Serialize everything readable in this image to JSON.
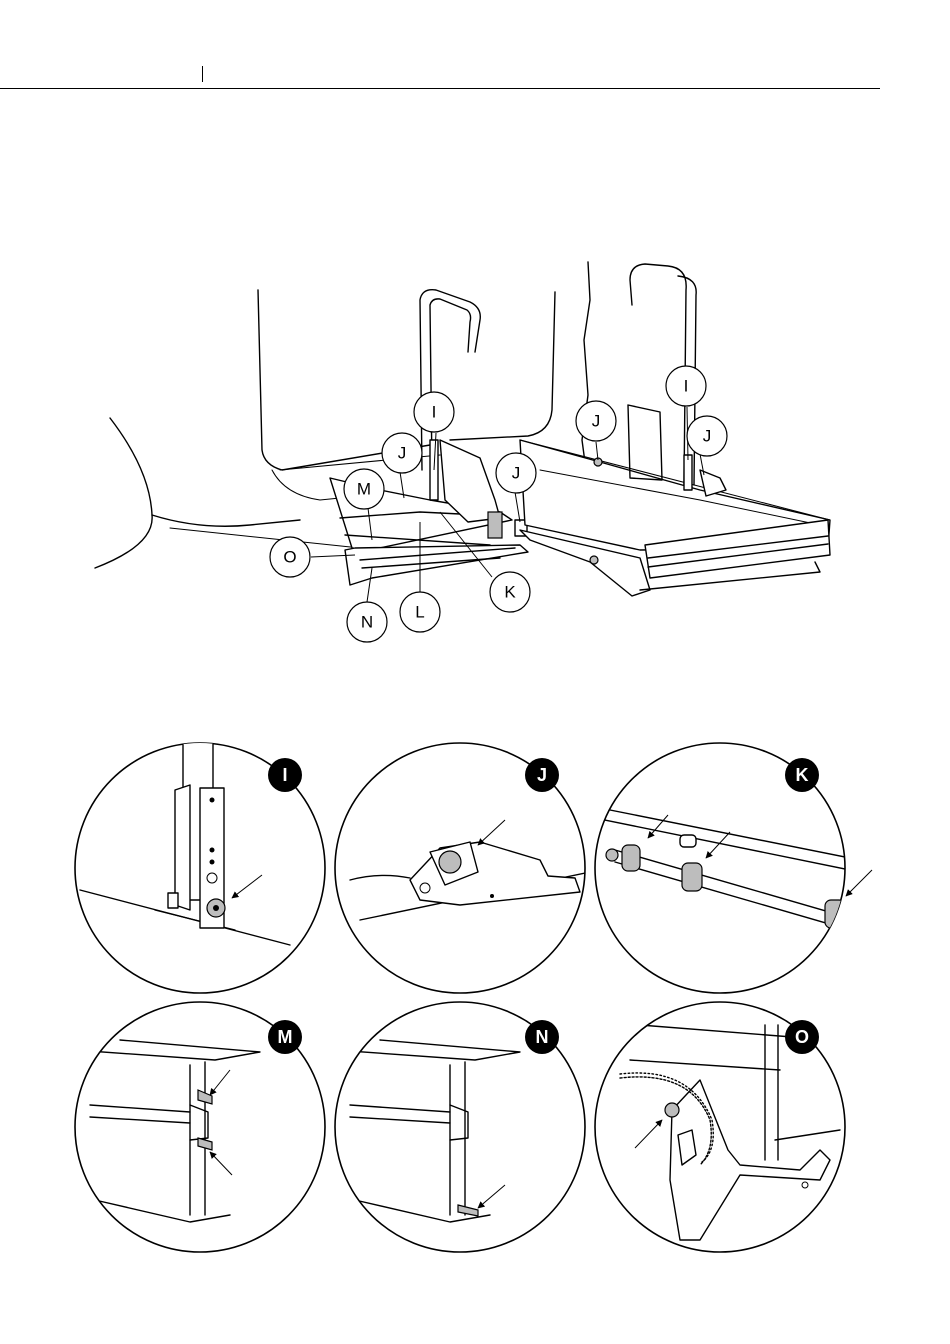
{
  "callouts": {
    "i_left": "I",
    "i_right": "I",
    "j_left": "J",
    "j_mid": "J",
    "j_top": "J",
    "j_right": "J",
    "k": "K",
    "l": "L",
    "m": "M",
    "n": "N",
    "o": "O"
  },
  "details": [
    {
      "label": "I"
    },
    {
      "label": "J"
    },
    {
      "label": "K"
    },
    {
      "label": "M"
    },
    {
      "label": "N"
    },
    {
      "label": "O"
    }
  ]
}
